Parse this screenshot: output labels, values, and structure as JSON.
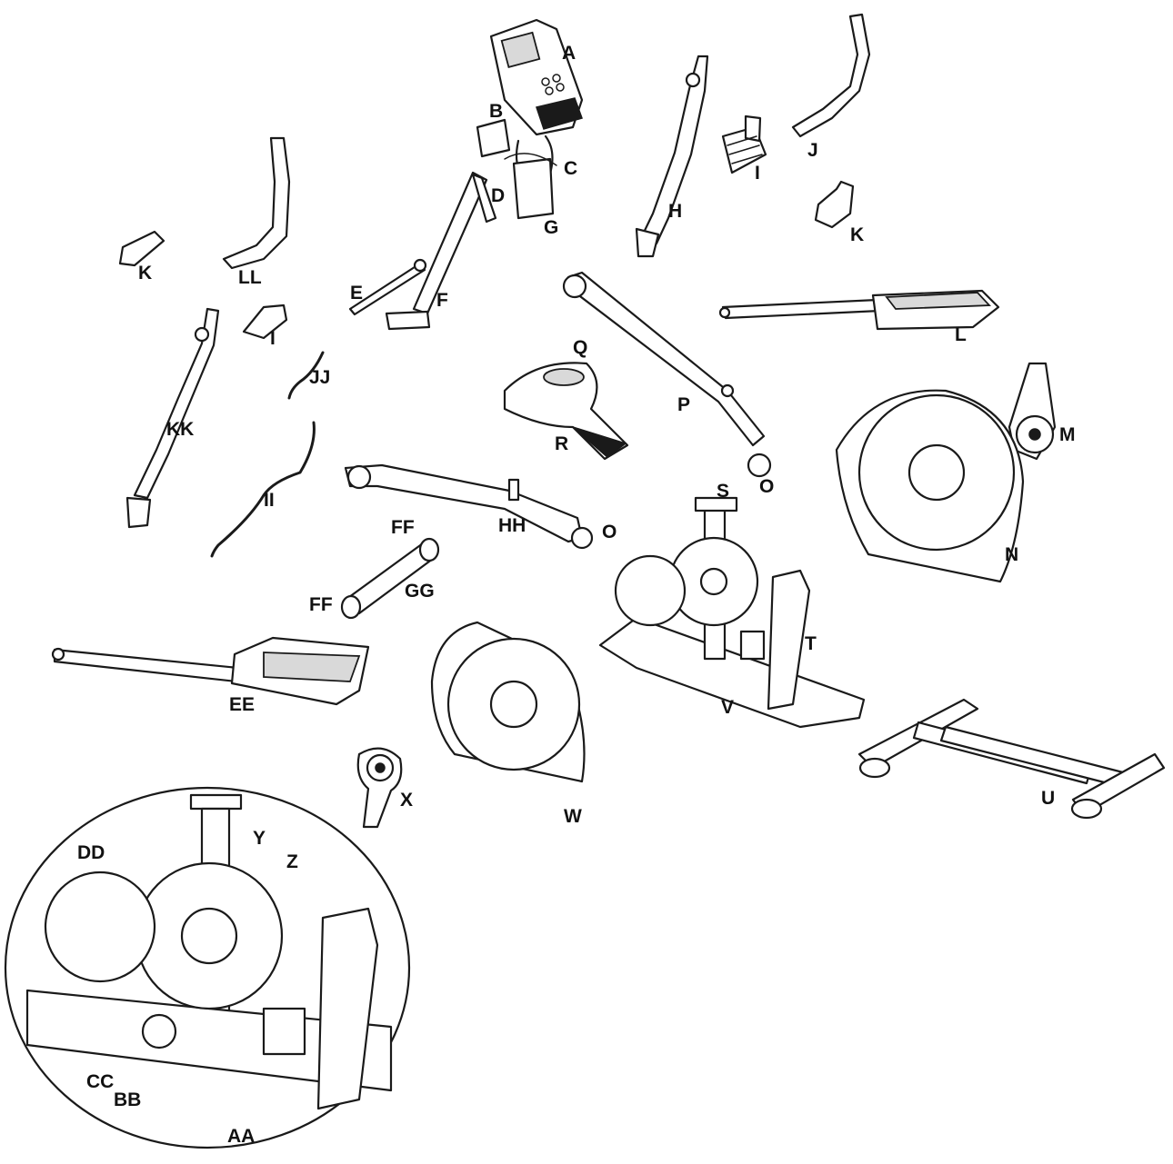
{
  "labels": {
    "A": "A",
    "B": "B",
    "C": "C",
    "D": "D",
    "E": "E",
    "F": "F",
    "G": "G",
    "H": "H",
    "I_right": "I",
    "J": "J",
    "K_right": "K",
    "K_left": "K",
    "LL": "LL",
    "I_left": "I",
    "JJ": "JJ",
    "KK": "KK",
    "II": "II",
    "L": "L",
    "M": "M",
    "N": "N",
    "O_right": "O",
    "O_left": "O",
    "P": "P",
    "Q": "Q",
    "R": "R",
    "S": "S",
    "T": "T",
    "U": "U",
    "V": "V",
    "W": "W",
    "X": "X",
    "HH": "HH",
    "FF_top": "FF",
    "FF_left": "FF",
    "GG": "GG",
    "EE": "EE",
    "Y": "Y",
    "Z": "Z",
    "DD": "DD",
    "CC": "CC",
    "BB": "BB",
    "AA": "AA"
  }
}
